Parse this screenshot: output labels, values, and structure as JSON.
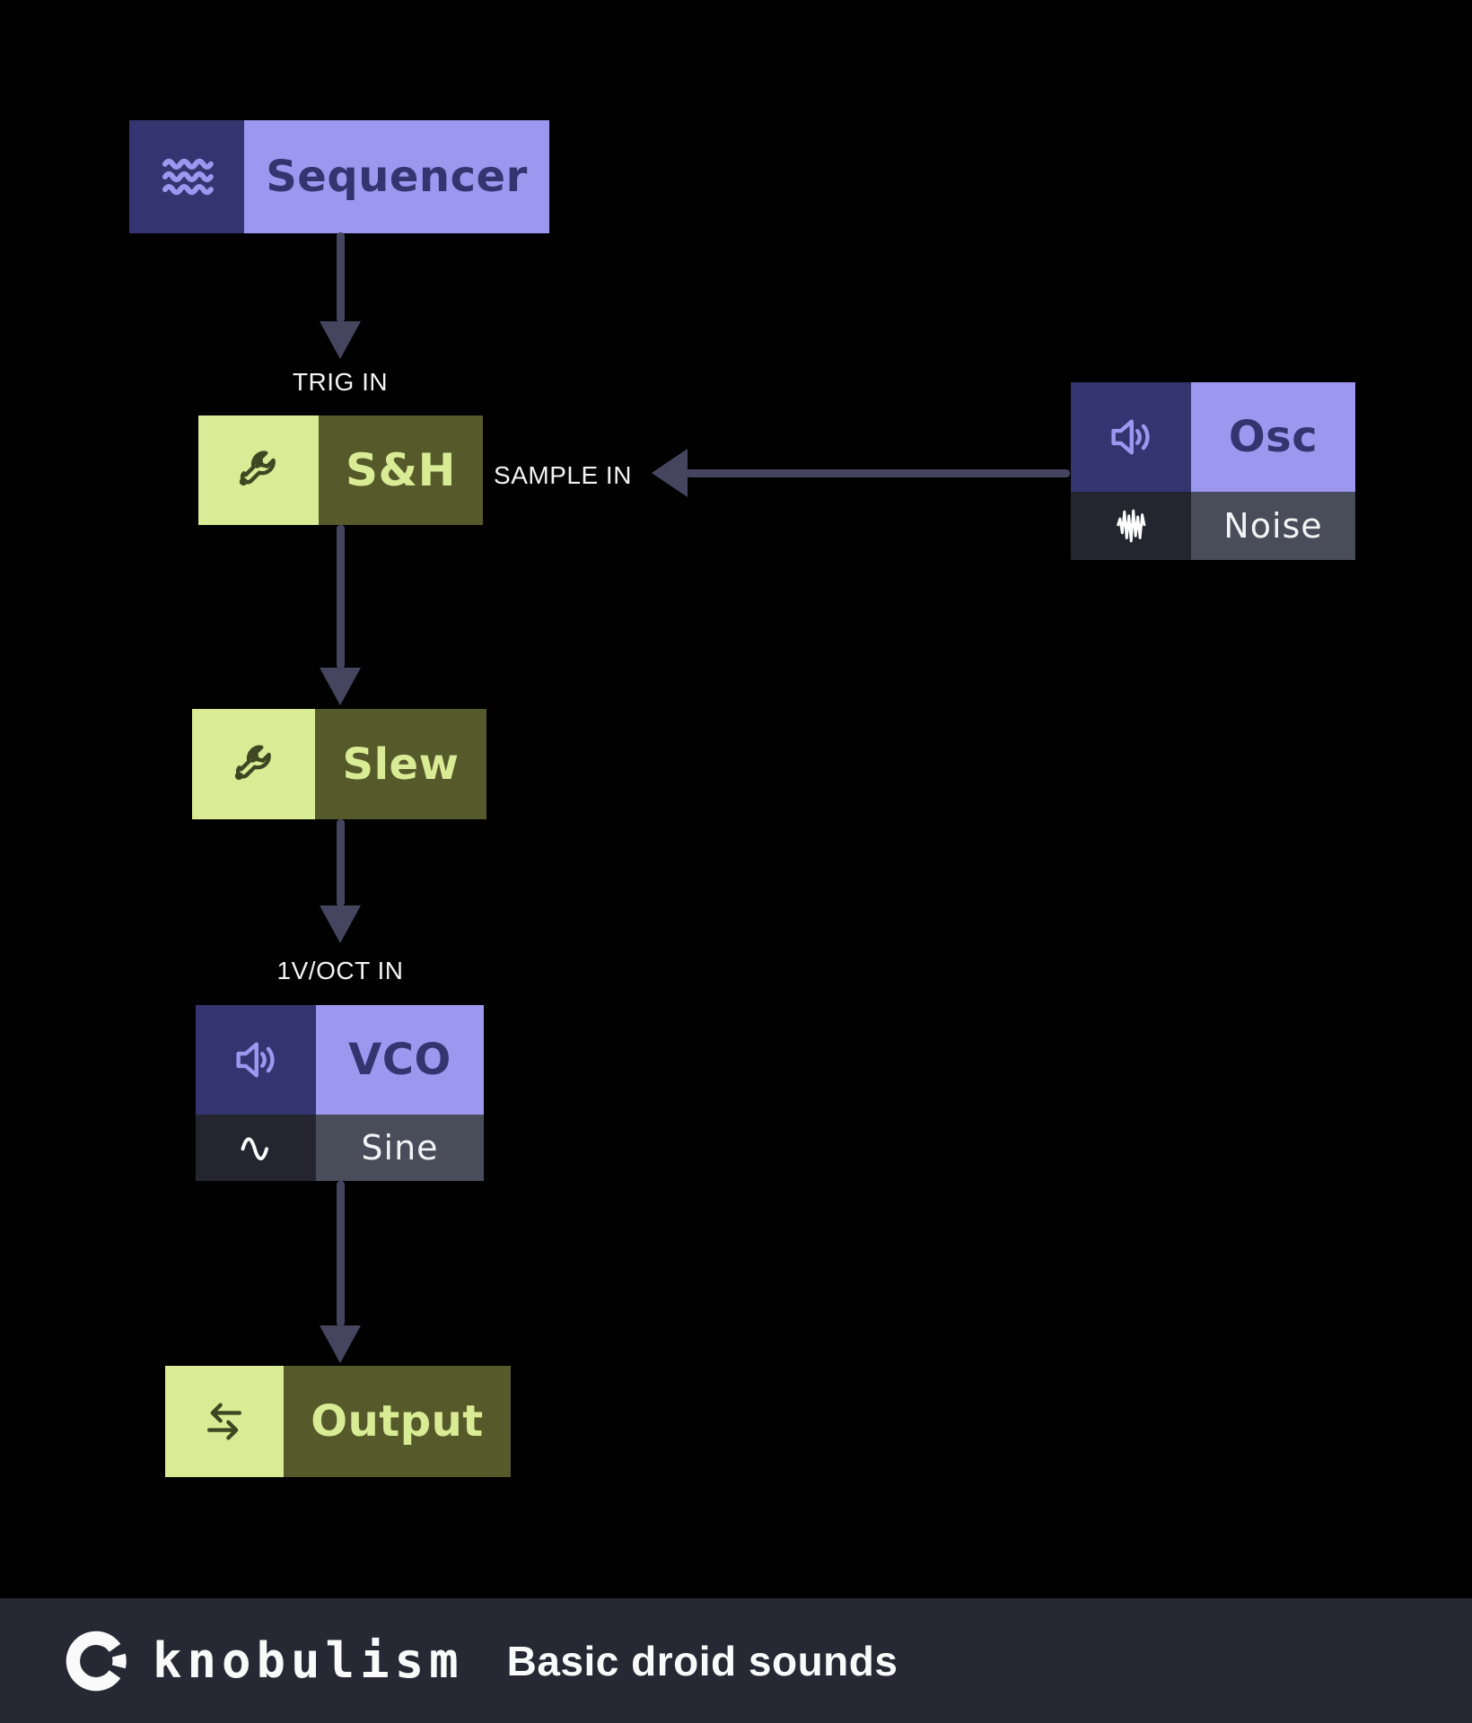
{
  "diagram": {
    "nodes": {
      "sequencer": {
        "label": "Sequencer",
        "icon": "waves-icon"
      },
      "sample_hold": {
        "label": "S&H",
        "icon": "wrench-icon"
      },
      "osc": {
        "label": "Osc",
        "icon": "speaker-icon",
        "variant_label": "Noise",
        "variant_icon": "noise-wave-icon"
      },
      "slew": {
        "label": "Slew",
        "icon": "wrench-icon"
      },
      "vco": {
        "label": "VCO",
        "icon": "speaker-icon",
        "variant_label": "Sine",
        "variant_icon": "sine-wave-icon"
      },
      "output": {
        "label": "Output",
        "icon": "transfer-arrows-icon"
      }
    },
    "ports": {
      "trig_in": "TRIG IN",
      "sample_in": "SAMPLE IN",
      "volt_oct_in": "1V/OCT IN"
    }
  },
  "footer": {
    "brand": "knobulism",
    "patch_title": "Basic droid sounds",
    "logo": "knob-logo-icon"
  },
  "colors": {
    "background": "#010102",
    "accent_purple": "#9c98f0",
    "deep_navy": "#343570",
    "light_green": "#d9ec95",
    "olive": "#565a2b",
    "charcoal": "#24252f",
    "slate": "#494c59",
    "arrow": "#46455f",
    "footer_bg": "#272834",
    "text_light": "#f3f3f3"
  }
}
